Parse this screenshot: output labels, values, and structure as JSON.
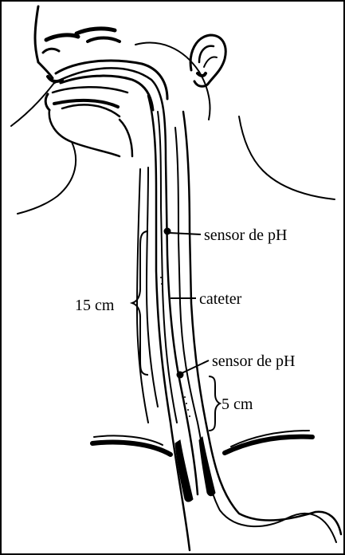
{
  "labels": {
    "upper_sensor": "sensor de pH",
    "catheter": "cateter",
    "lower_sensor": "sensor de pH",
    "distance_15": "15 cm",
    "distance_5": "5 cm"
  },
  "colors": {
    "line": "#000000",
    "background": "#ffffff"
  }
}
